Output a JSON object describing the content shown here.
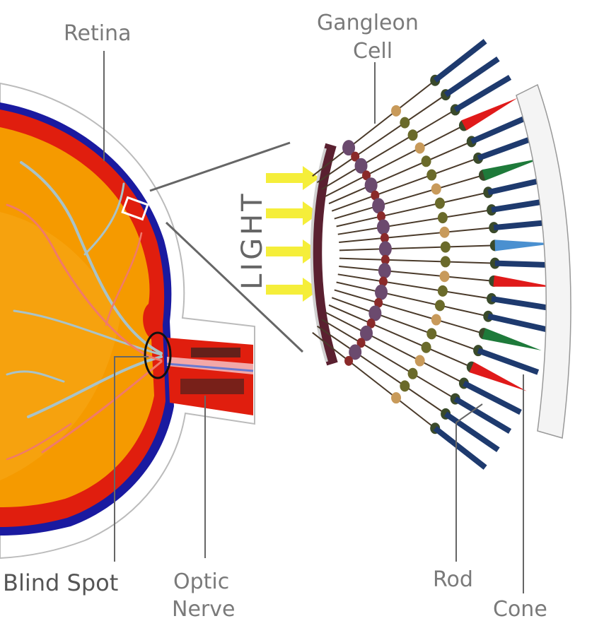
{
  "labels": {
    "retina": "Retina",
    "ganglion_line1": "Gangleon",
    "ganglion_line2": "Cell",
    "light": "LIGHT",
    "blind_spot": "Blind Spot",
    "optic_line1": "Optic",
    "optic_line2": "Nerve",
    "rod": "Rod",
    "cone": "Cone"
  },
  "colors": {
    "eye_interior": "#f59a00",
    "retina_red": "#e01e0e",
    "choroid_blue": "#1a1aa0",
    "sclera": "#ffffff",
    "vessel_pink": "#f07a6a",
    "vessel_gray": "#a9c3c8",
    "light_arrow": "#f5ee3a",
    "rod_blue": "#1e3a6e",
    "cone_red": "#e01a1a",
    "cone_green": "#1e7a3a",
    "cone_blue": "#4a90d0",
    "ganglion_purple": "#6b4a6e",
    "bipolar_brown": "#8a5a2a"
  },
  "icons": [
    "eye-cross-section",
    "light-arrow",
    "retina-cell-layers"
  ]
}
